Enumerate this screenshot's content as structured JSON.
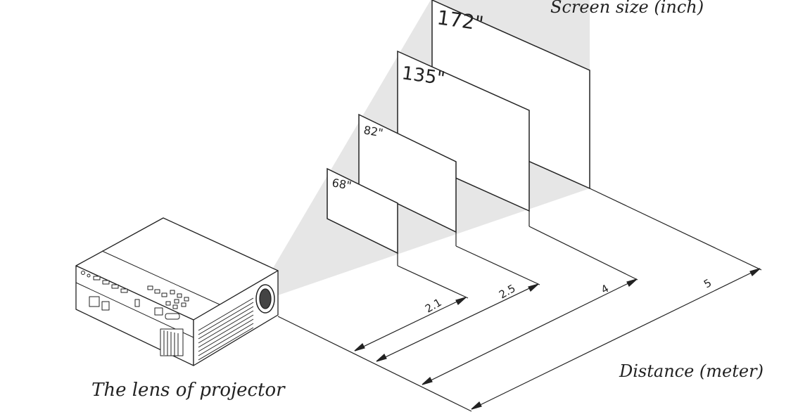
{
  "titles": {
    "screen_size": "Screen size (inch)",
    "distance": "Distance (meter)",
    "lens": "The lens of projector"
  },
  "screens": [
    {
      "size": "68\"",
      "distance": "2.1"
    },
    {
      "size": "82\"",
      "distance": "2.5"
    },
    {
      "size": "135\"",
      "distance": "4"
    },
    {
      "size": "172\"",
      "distance": "5"
    }
  ],
  "colors": {
    "line": "#222222",
    "beam": "#e6e6e6",
    "screen": "#ffffff"
  }
}
